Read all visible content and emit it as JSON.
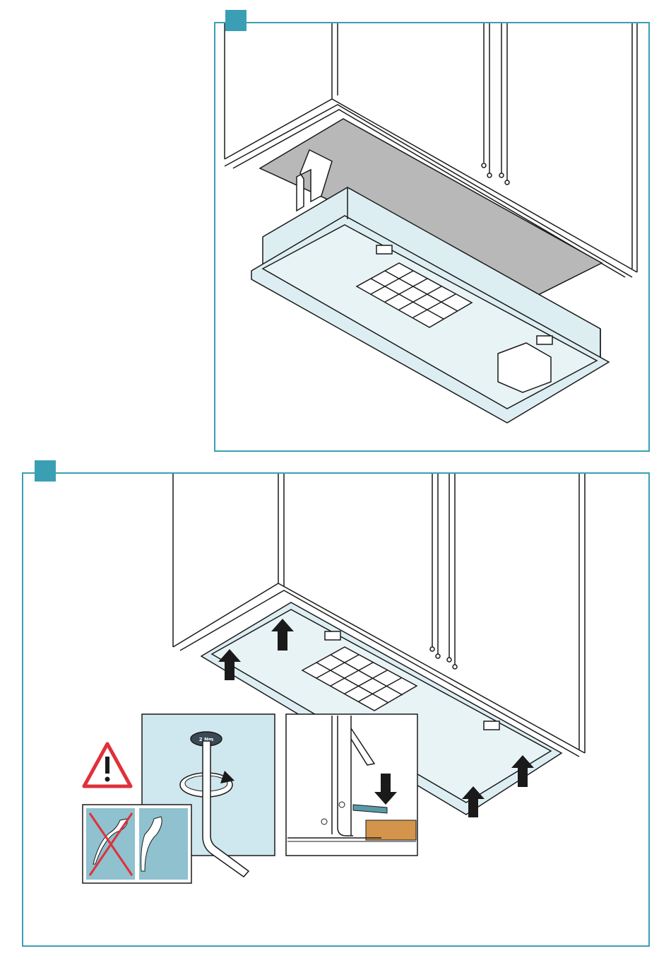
{
  "colors": {
    "frame": "#3a9fb5",
    "hood_fill": "#ddeef3",
    "cabinet_cutout": "#b8b8b8",
    "inset_bg": "#cfe7ee",
    "wood_block": "#d4944c",
    "warning_red": "#e0303a",
    "arrow": "#1a1a1a"
  },
  "steps": [
    {
      "badge_icon": "step-number-badge"
    },
    {
      "badge_icon": "step-number-badge"
    }
  ],
  "torque_label": "2 Nm",
  "icons": [
    "lift-arrow-icon",
    "warning-triangle-icon",
    "rotate-arrow-icon",
    "hex-key-icon",
    "no-force-icon",
    "press-down-arrow-icon"
  ]
}
